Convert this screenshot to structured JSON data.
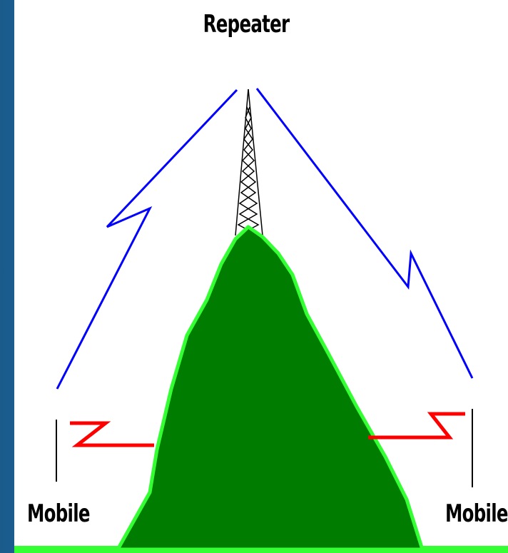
{
  "diagram": {
    "tower_label": "Repeater",
    "left_station_label": "Mobile",
    "right_station_label": "Mobile"
  },
  "colors": {
    "background_frame": "#1d5e8a",
    "panel": "#ffffff",
    "uplink_signal": "#0000ff",
    "direct_signal": "#ff0000",
    "mountain_fill": "#007d00",
    "mountain_outline": "#33ff33",
    "tower": "#000000",
    "antenna": "#000000"
  },
  "icons": {
    "tower": "lattice-tower-icon",
    "uplink": "lightning-signal-icon",
    "blocked_signal": "zigzag-signal-icon",
    "mountain": "mountain-icon",
    "antenna": "antenna-icon"
  }
}
